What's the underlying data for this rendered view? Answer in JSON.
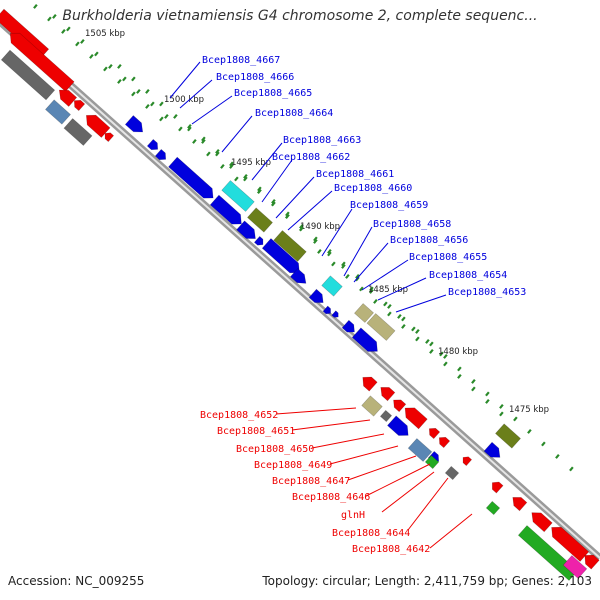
{
  "title": "Burkholderia vietnamiensis G4 chromosome 2, complete sequenc...",
  "footer": {
    "accession": "Accession: NC_009255",
    "info": "Topology: circular; Length: 2,411,759 bp; Genes: 2,103"
  },
  "colors": {
    "forward_cds": "#0000dd",
    "reverse_cds": "#ee0000",
    "grey_feature": "#666666",
    "olive_feature": "#6b7f1a",
    "cyan_feature": "#22dddd",
    "tan_feature": "#b8b27a",
    "green_feature": "#22aa22",
    "steel_feature": "#5a86b4",
    "magenta_feature": "#ee22aa",
    "tick_green": "#2a8a2a",
    "backbone": "#888888"
  },
  "ticks": [
    "1505 kbp",
    "1500 kbp",
    "1495 kbp",
    "1490 kbp",
    "1485 kbp",
    "1480 kbp",
    "1475 kbp"
  ],
  "forward_genes": [
    "Bcep1808_4667",
    "Bcep1808_4666",
    "Bcep1808_4665",
    "Bcep1808_4664",
    "Bcep1808_4663",
    "Bcep1808_4662",
    "Bcep1808_4661",
    "Bcep1808_4660",
    "Bcep1808_4659",
    "Bcep1808_4658",
    "Bcep1808_4656",
    "Bcep1808_4655",
    "Bcep1808_4654",
    "Bcep1808_4653"
  ],
  "reverse_genes": [
    "Bcep1808_4652",
    "Bcep1808_4651",
    "Bcep1808_4650",
    "Bcep1808_4649",
    "Bcep1808_4647",
    "Bcep1808_4646",
    "glnH",
    "Bcep1808_4644",
    "Bcep1808_4642"
  ]
}
